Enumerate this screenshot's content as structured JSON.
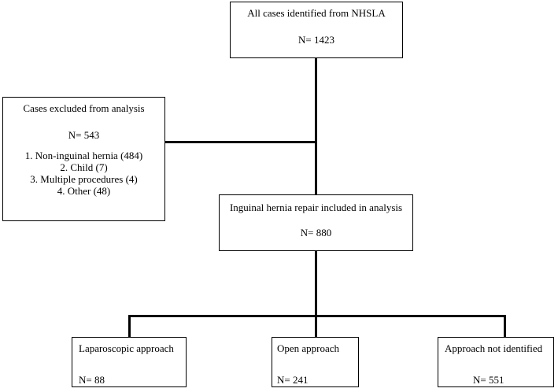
{
  "flowchart": {
    "all_cases": {
      "title": "All cases identified from NHSLA",
      "count": "N= 1423"
    },
    "excluded": {
      "title": "Cases excluded from analysis",
      "count": "N= 543",
      "reasons": [
        "1.    Non-inguinal hernia (484)",
        "2.    Child (7)",
        "3.    Multiple procedures (4)",
        "4.    Other (48)"
      ]
    },
    "included": {
      "title": "Inguinal hernia repair included in analysis",
      "count": "N= 880"
    },
    "laparoscopic": {
      "title": "Laparoscopic approach",
      "count": "N= 88"
    },
    "open": {
      "title": "Open approach",
      "count": "N= 241"
    },
    "not_identified": {
      "title": "Approach not identified",
      "count": "N= 551"
    }
  }
}
